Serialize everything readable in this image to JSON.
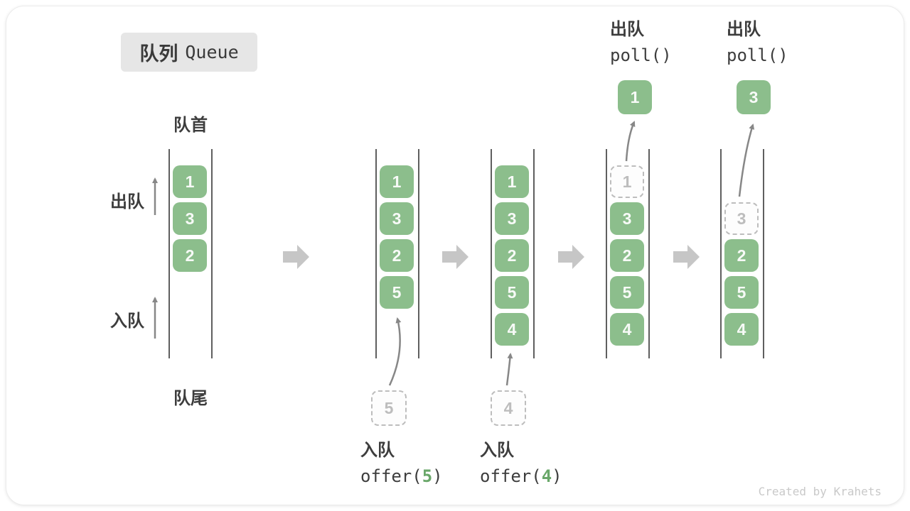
{
  "title": {
    "zh": "队列",
    "en": "Queue"
  },
  "side_labels": {
    "head": "队首",
    "tail": "队尾",
    "dequeue": "出队",
    "enqueue": "入队"
  },
  "colors": {
    "cell_green": "#8cbe8c",
    "ghost_gray": "#bdbdbd",
    "arrow_gray": "#878787",
    "block_arrow_gray": "#c6c6c6",
    "code_arg_green": "#69a769"
  },
  "queues": [
    {
      "cells": [
        {
          "value": "1"
        },
        {
          "value": "3"
        },
        {
          "value": "2"
        }
      ]
    },
    {
      "cells": [
        {
          "value": "1"
        },
        {
          "value": "3"
        },
        {
          "value": "2"
        },
        {
          "value": "5"
        }
      ],
      "incoming": {
        "value": "5"
      },
      "caption": {
        "label": "入队",
        "code_pre": "offer(",
        "arg": "5",
        "code_post": ")"
      }
    },
    {
      "cells": [
        {
          "value": "1"
        },
        {
          "value": "3"
        },
        {
          "value": "2"
        },
        {
          "value": "5"
        },
        {
          "value": "4"
        }
      ],
      "incoming": {
        "value": "4"
      },
      "caption": {
        "label": "入队",
        "code_pre": "offer(",
        "arg": "4",
        "code_post": ")"
      }
    },
    {
      "cells": [
        {
          "value": "1",
          "ghost": true
        },
        {
          "value": "3"
        },
        {
          "value": "2"
        },
        {
          "value": "5"
        },
        {
          "value": "4"
        }
      ],
      "outgoing": {
        "value": "1"
      },
      "caption": {
        "label": "出队",
        "code": "poll()"
      }
    },
    {
      "cells": [
        {
          "value": "3",
          "ghost": true,
          "slot": 1
        },
        {
          "value": "2",
          "slot": 2
        },
        {
          "value": "5",
          "slot": 3
        },
        {
          "value": "4",
          "slot": 4
        }
      ],
      "outgoing": {
        "value": "3"
      },
      "caption": {
        "label": "出队",
        "code": "poll()"
      }
    }
  ],
  "watermark": "Created by Krahets"
}
